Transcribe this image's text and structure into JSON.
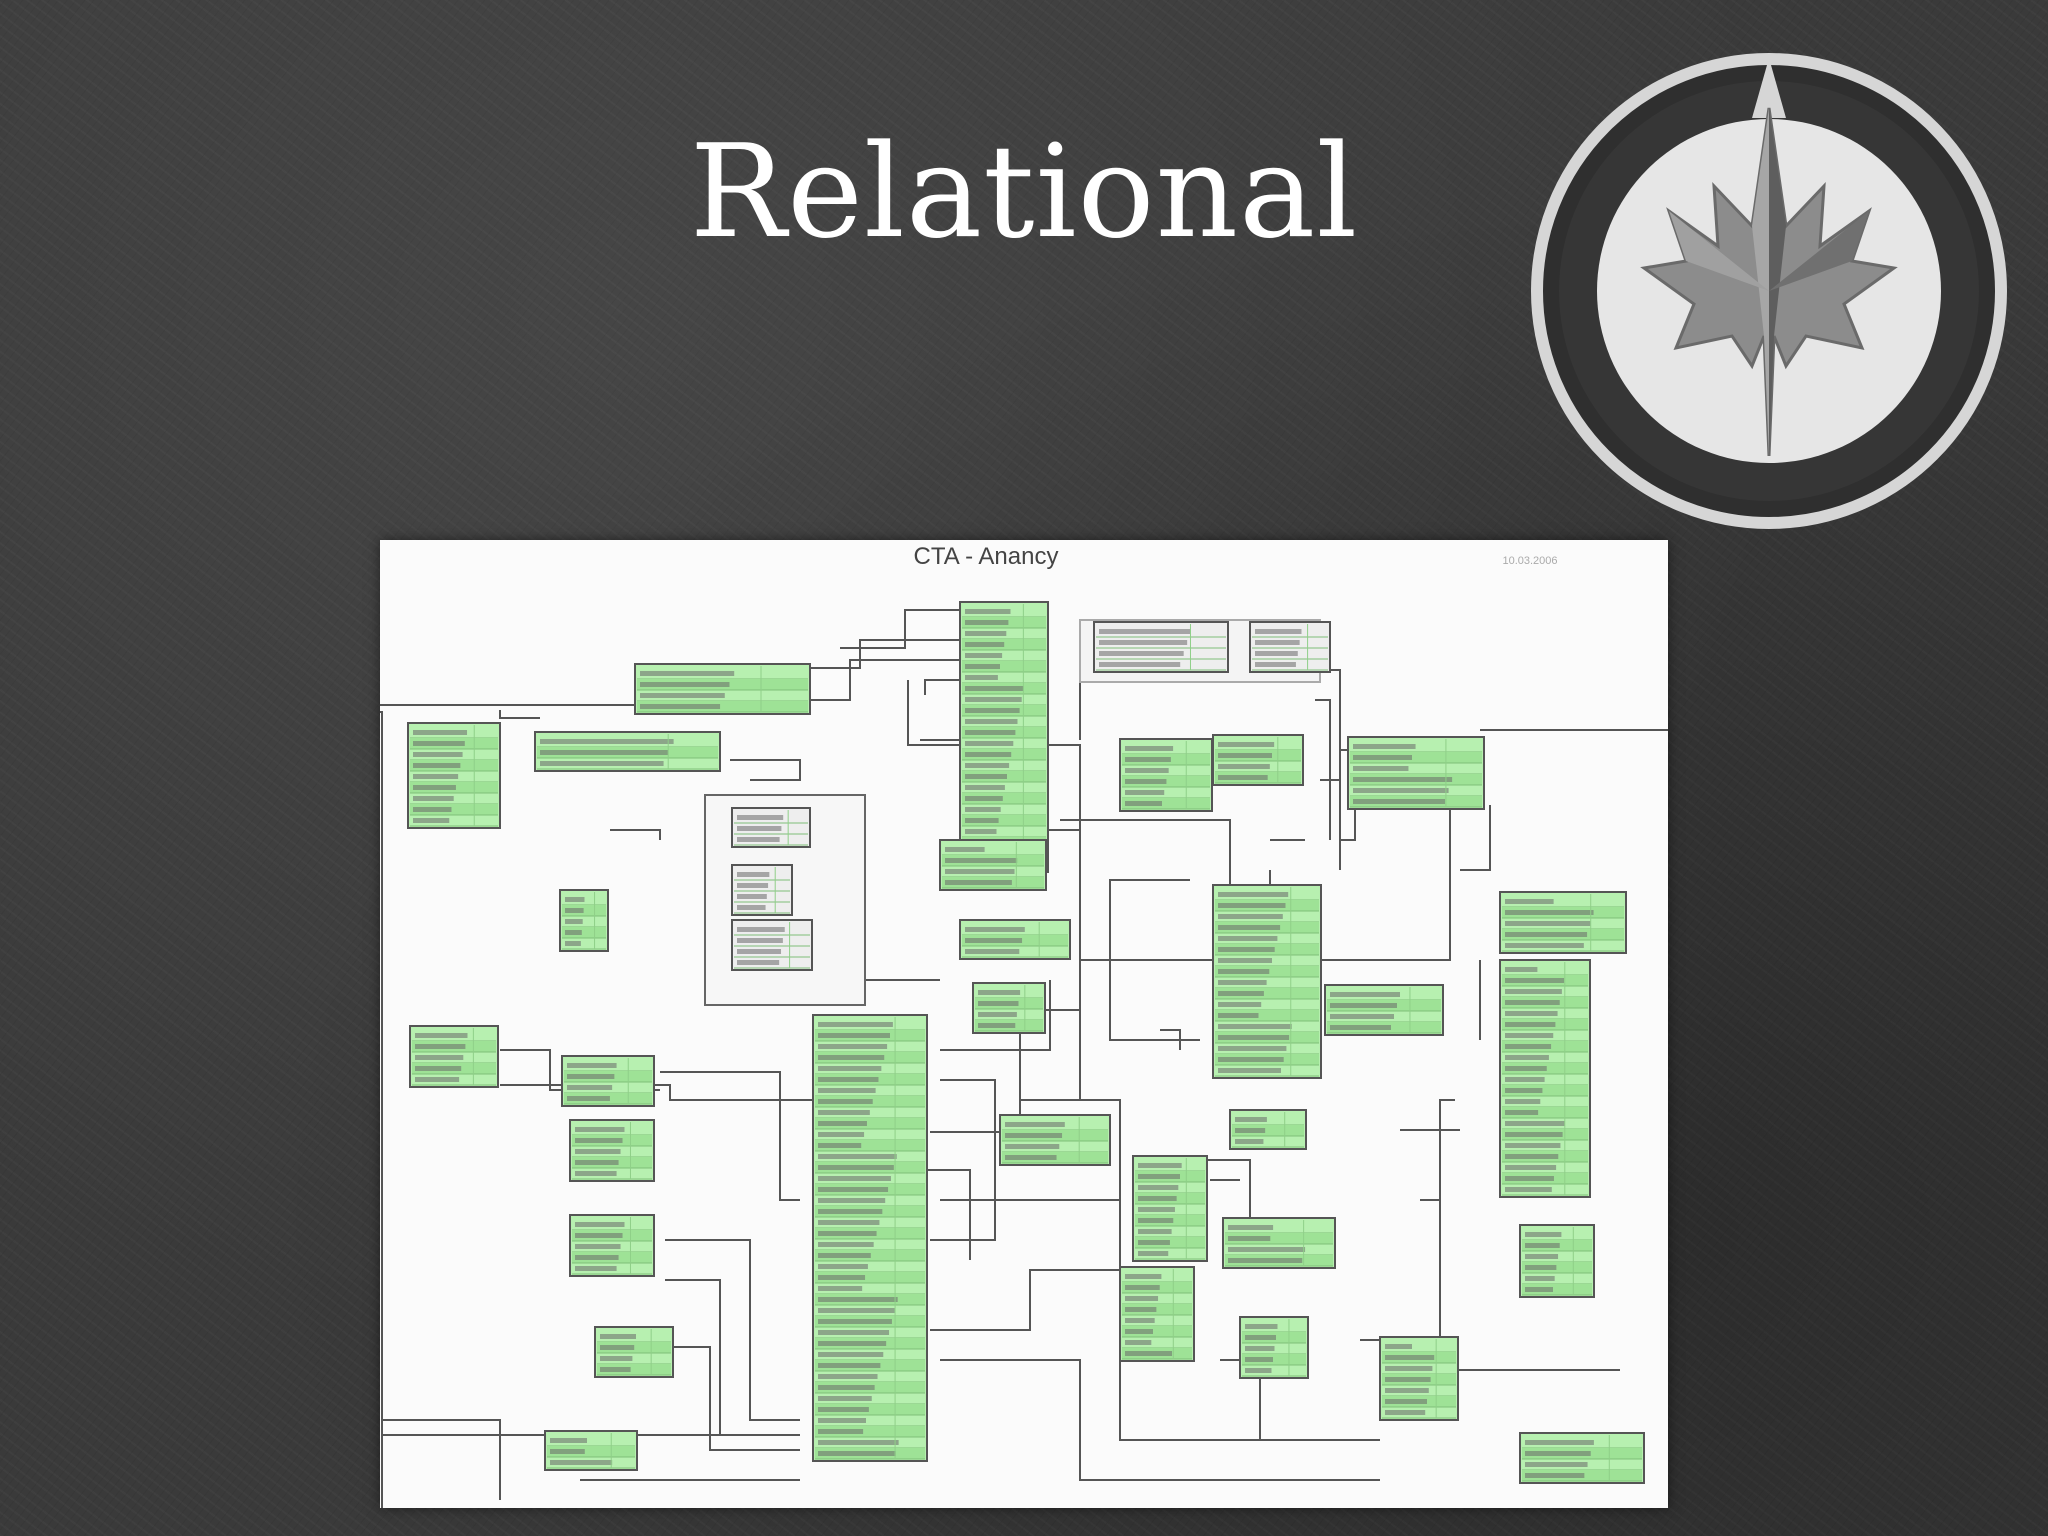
{
  "slide": {
    "title": "Relational"
  },
  "logo": {
    "icon": "maple-leaf-jet-icon",
    "colors": {
      "ring": "#d9d9d9",
      "disc": "#e8e8e8",
      "leaf": "#8a8a8a",
      "leaf_dark": "#5e5e5e"
    }
  },
  "diagram": {
    "title": "CTA - Anancy",
    "date_stamp": "10.03.2006",
    "colors": {
      "background": "#fbfbfb",
      "table_fill": "#b7f0b0",
      "table_stripe": "#9ee296",
      "table_stroke": "#555555",
      "line": "#555555",
      "group_fill": "#f7f7f7",
      "plain_table_fill": "#eeeeee"
    }
  }
}
